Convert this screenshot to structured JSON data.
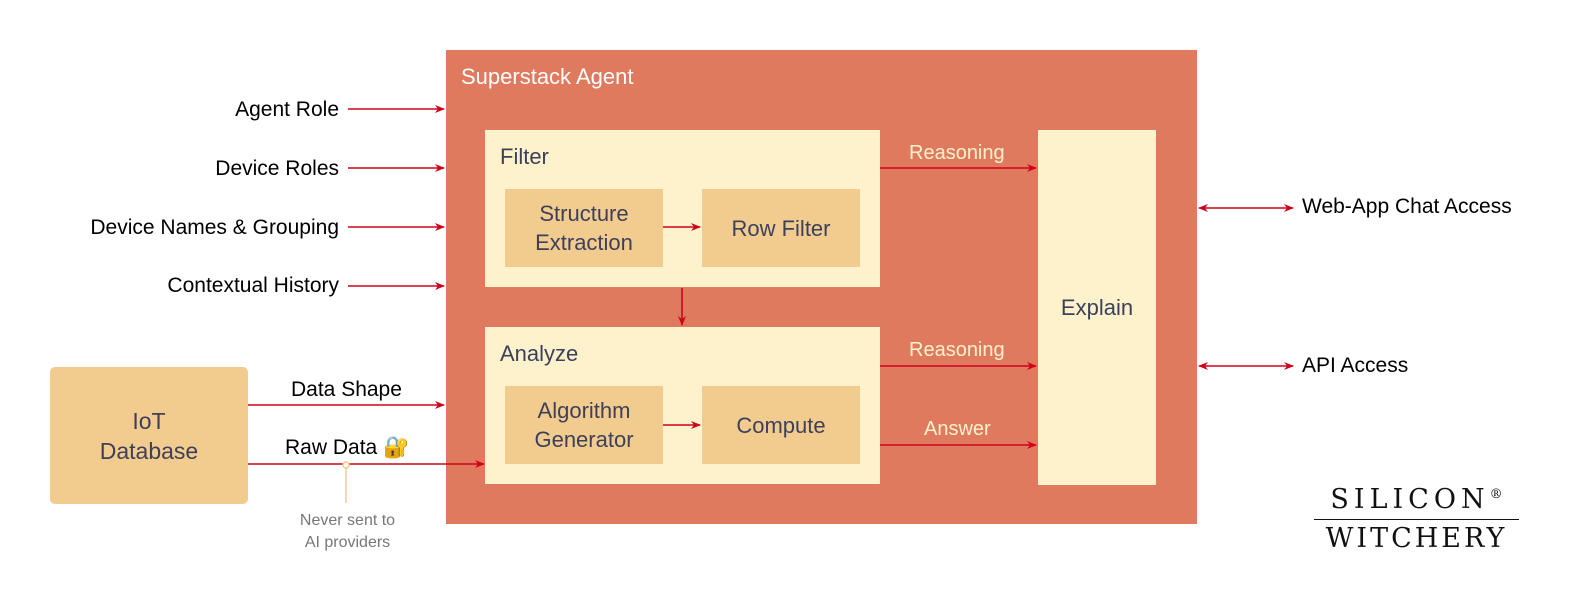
{
  "agent": {
    "title": "Superstack Agent"
  },
  "inputs": {
    "agent_role": "Agent Role",
    "device_roles": "Device Roles",
    "device_names": "Device Names & Grouping",
    "contextual_history": "Contextual History"
  },
  "filter": {
    "title": "Filter",
    "structure_extraction": "Structure\nExtraction",
    "row_filter": "Row Filter"
  },
  "analyze": {
    "title": "Analyze",
    "algorithm_generator": "Algorithm\nGenerator",
    "compute": "Compute"
  },
  "explain": {
    "label": "Explain"
  },
  "flows": {
    "reasoning_1": "Reasoning",
    "reasoning_2": "Reasoning",
    "answer": "Answer"
  },
  "outputs": {
    "web_app": "Web-App Chat Access",
    "api": "API Access"
  },
  "database": {
    "label": "IoT\nDatabase",
    "data_shape": "Data Shape",
    "raw_data": "Raw Data 🔐",
    "note": "Never sent to\nAI providers"
  },
  "logo": {
    "line1": "SILICON",
    "mark": "®",
    "line2": "WITCHERY"
  },
  "colors": {
    "agent_bg": "#e07a5f",
    "panel_bg": "#fdf2cc",
    "subbox_bg": "#f2cc8f",
    "arrow": "#d0021b",
    "text_dark": "#3d405b"
  }
}
